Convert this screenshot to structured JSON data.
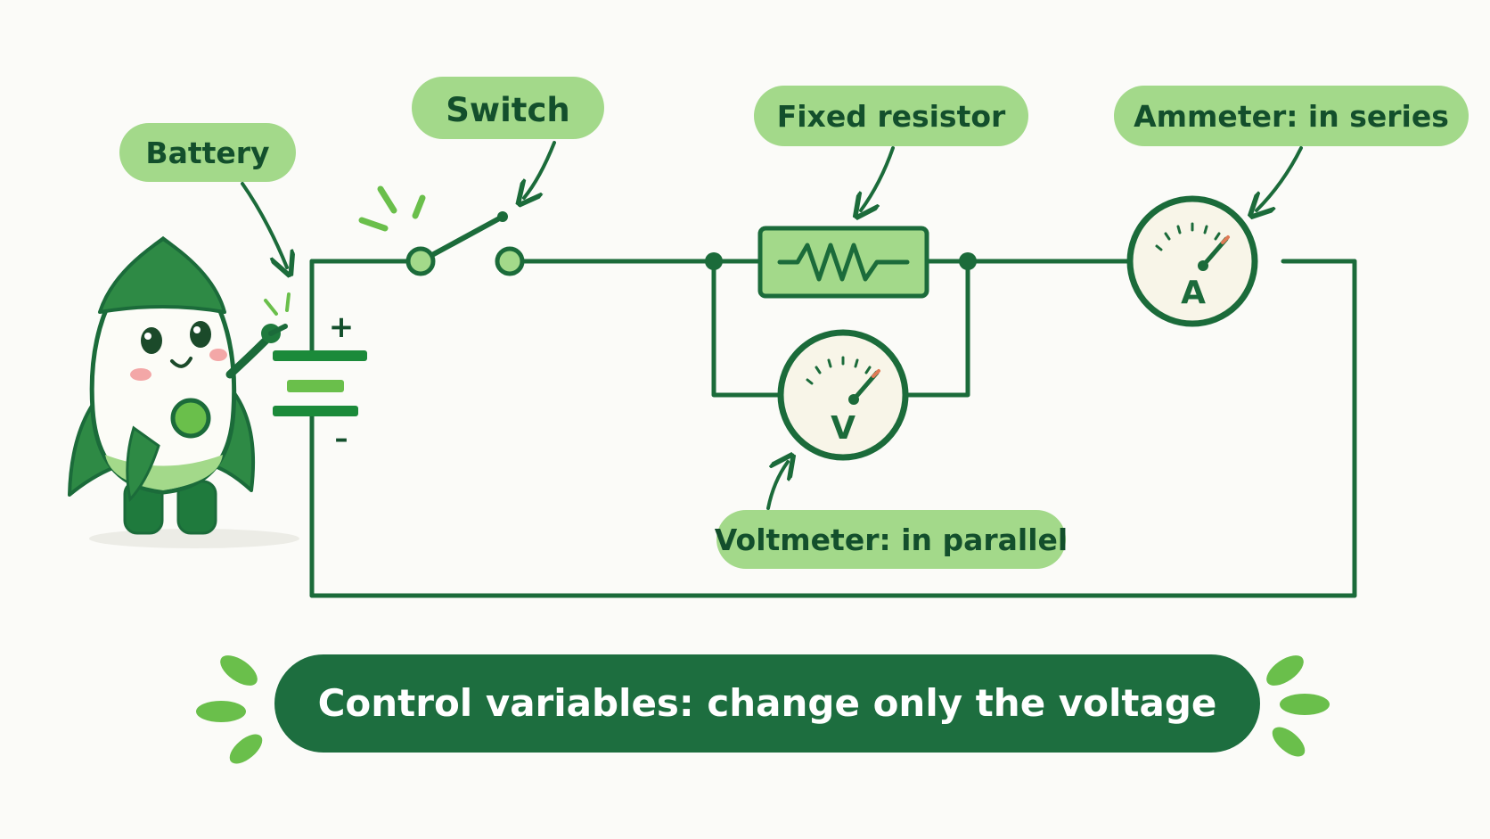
{
  "labels": {
    "battery": "Battery",
    "switch": "Switch",
    "fixed_resistor": "Fixed resistor",
    "ammeter": "Ammeter: in series",
    "voltmeter": "Voltmeter: in parallel"
  },
  "battery_terminals": {
    "positive": "+",
    "negative": "–"
  },
  "meters": {
    "ammeter_symbol": "A",
    "voltmeter_symbol": "V"
  },
  "banner": {
    "text": "Control variables: change only the voltage"
  },
  "icons": [
    "rocket-mascot",
    "sparkle-icon",
    "leaf-decoration",
    "resistor-zigzag-icon",
    "meter-dial-icon"
  ],
  "colors": {
    "wire": "#1b6b3a",
    "label_fill": "#a3d98a",
    "label_text": "#134f2c",
    "banner_fill": "#1d6e3f",
    "banner_text": "#ffffff",
    "accent_light": "#6abf4b",
    "meter_face": "#f8f5e8",
    "needle_tip": "#e07a55",
    "background": "#fbfbf8"
  }
}
